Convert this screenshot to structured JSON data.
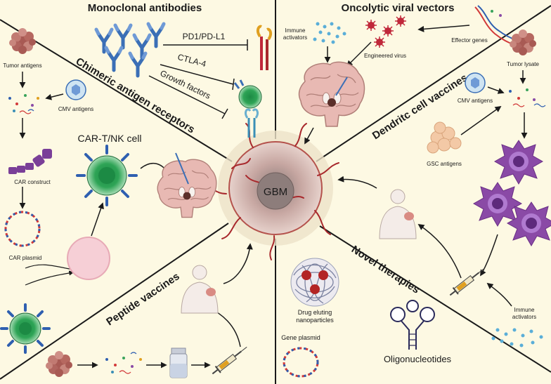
{
  "center": {
    "label": "GBM"
  },
  "sections": {
    "monoclonal": {
      "title": "Monoclonal antibodies",
      "labels": {
        "pd1": "PD1/PD-L1",
        "ctla4": "CTLA-4",
        "growth": "Growth factors"
      }
    },
    "oncolytic": {
      "title": "Oncolytic viral vectors",
      "labels": {
        "immune": [
          "Immune",
          "activators"
        ],
        "engineered": "Engineered virus",
        "effector": "Effector genes"
      }
    },
    "car": {
      "title": "Chimeric antigen receptors",
      "labels": {
        "tumor_antigens": "Tumor antigens",
        "cmv": "CMV antigens",
        "construct": "CAR construct",
        "plasmid": "CAR plasmid",
        "cell": "CAR-T/NK cell"
      }
    },
    "dendritic": {
      "title": "Dendritc cell vaccines",
      "labels": {
        "lysate": "Tumor lysate",
        "cmv": "CMV antigens",
        "gsc": "GSC antigens"
      }
    },
    "peptide": {
      "title": "Peptide vaccines"
    },
    "novel": {
      "title": "Novel therapies",
      "labels": {
        "drug": [
          "Drug eluting",
          "nanoparticles"
        ],
        "gene": "Gene plasmid",
        "oligo": "Oligonucleotides",
        "immune": [
          "Immune",
          "activators"
        ]
      }
    }
  },
  "colors": {
    "background": "#fdf9e3",
    "antibody": "#3b6fb6",
    "tumor": "#b0645e",
    "virus": "#c0283a",
    "dendritic": "#8a4aa6",
    "car_cell": "#3aa35a",
    "dna_red": "#d23a3a",
    "dna_blue": "#2f5fb0"
  }
}
